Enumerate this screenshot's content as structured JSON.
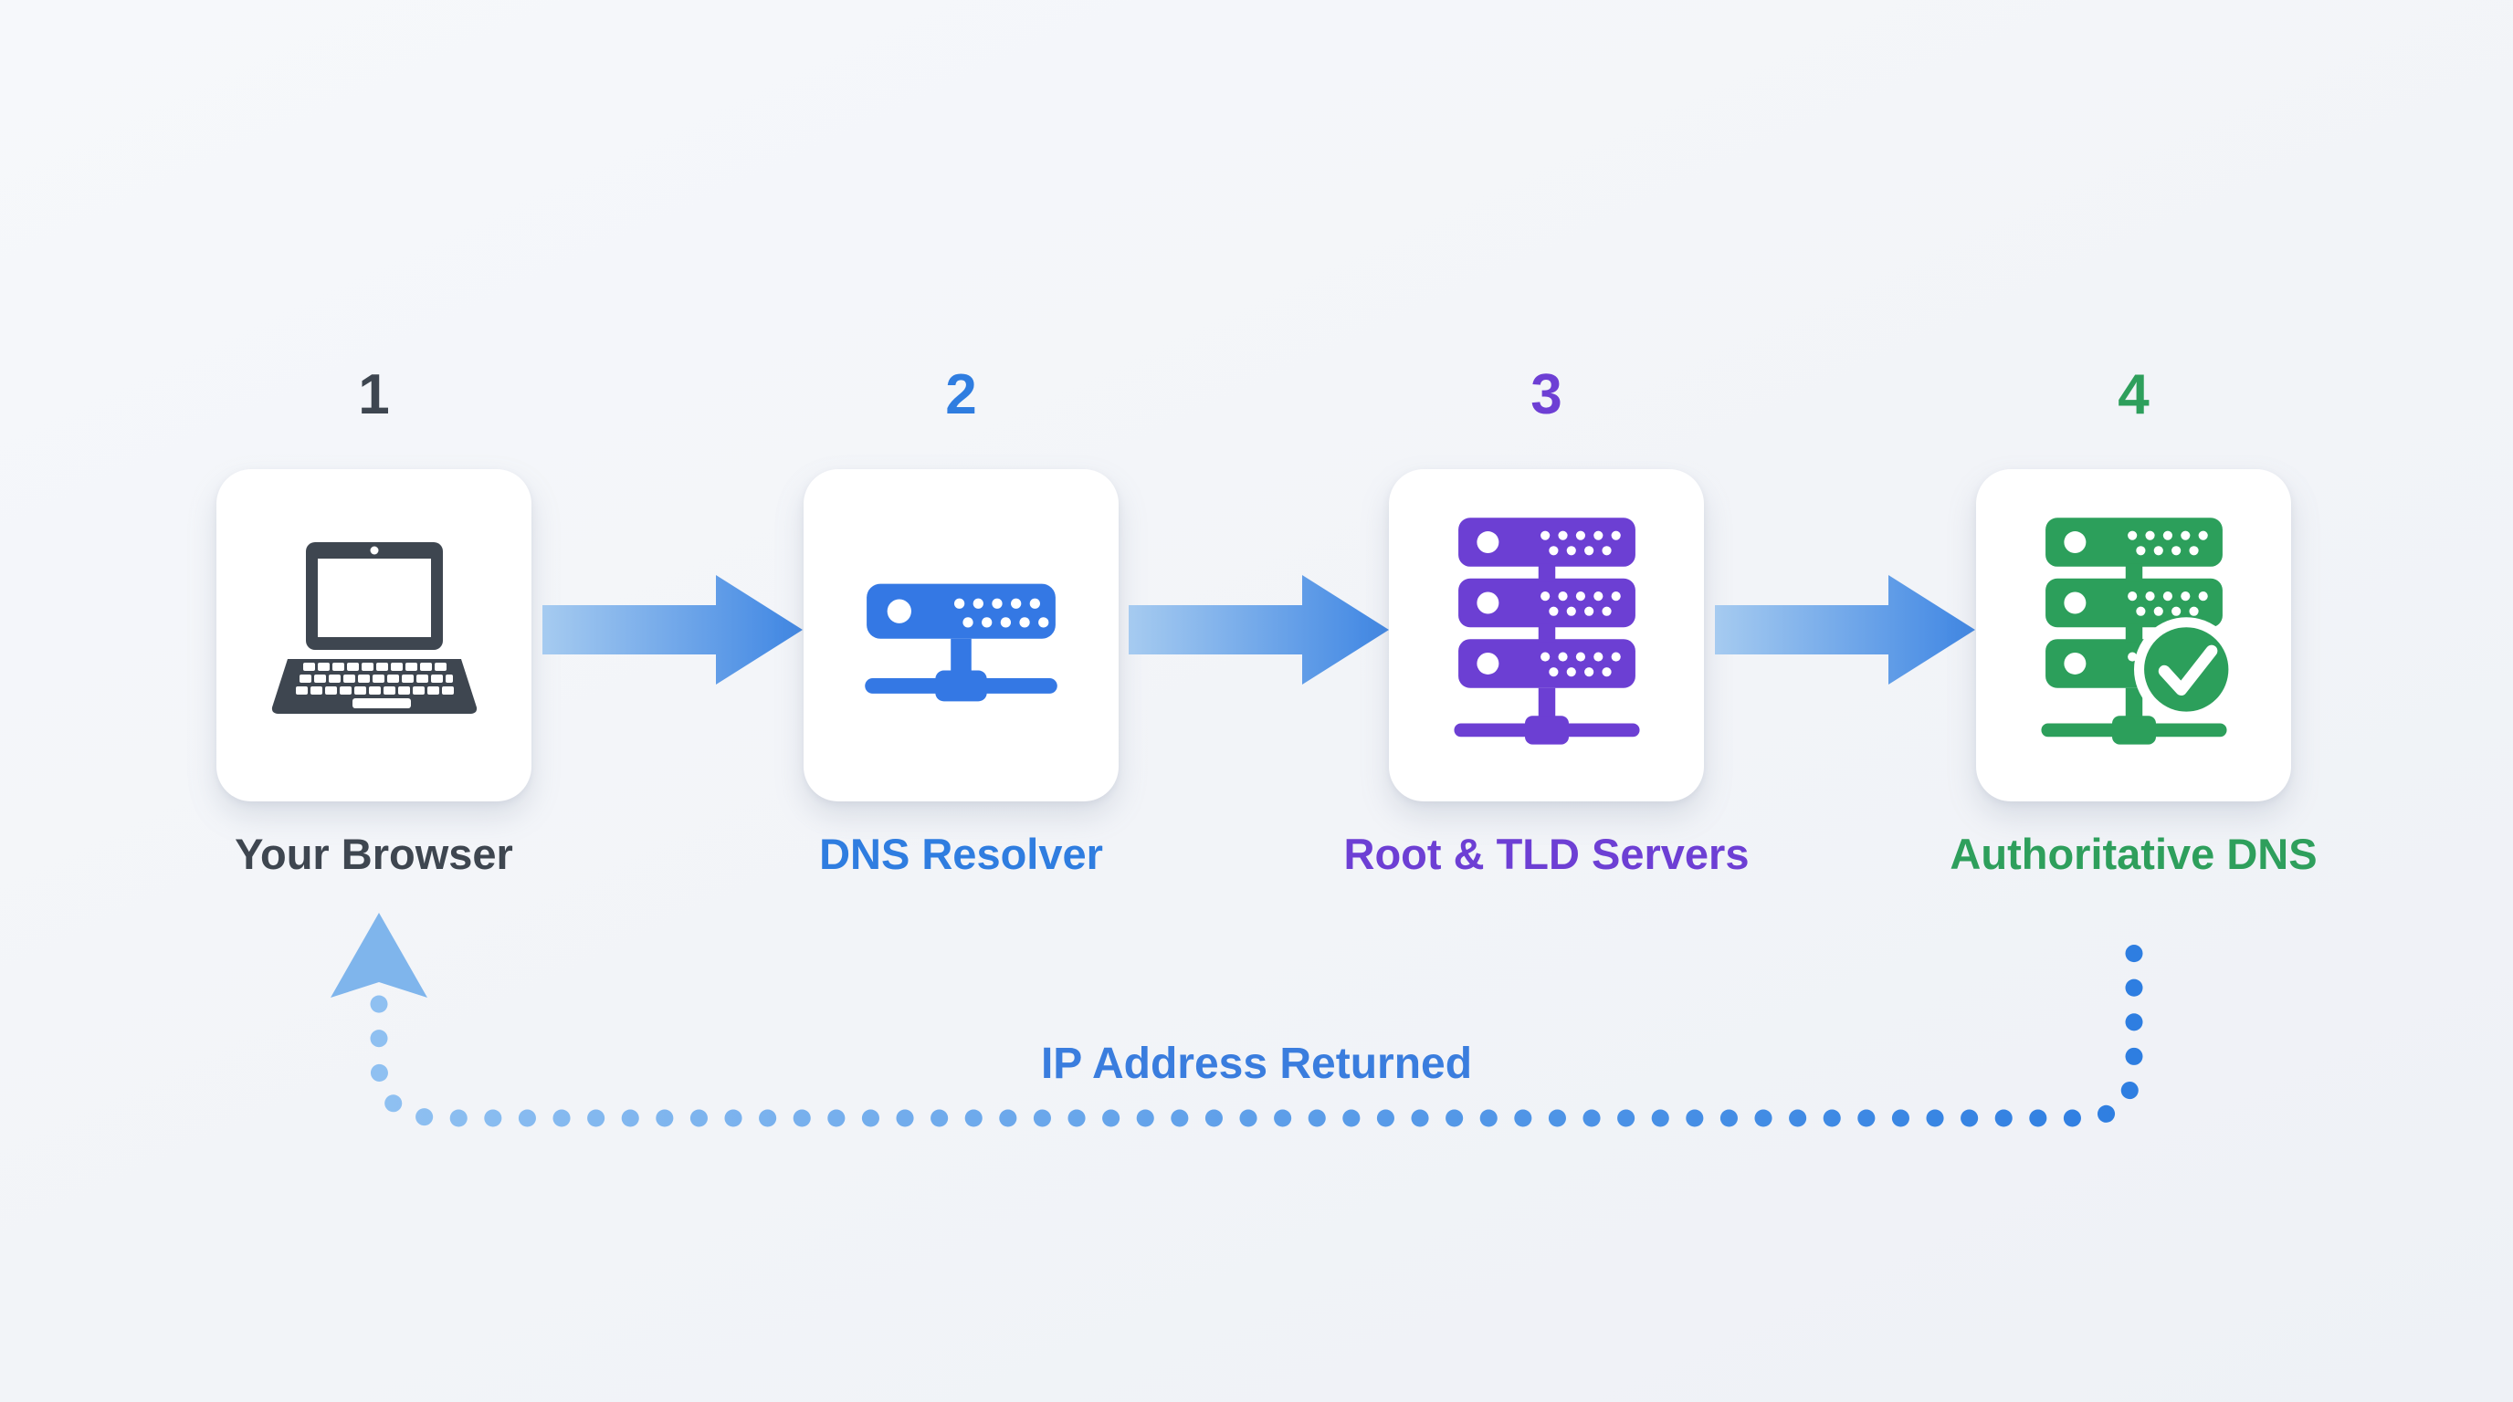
{
  "diagram": {
    "subject": "DNS lookup flow",
    "direction": "left-to-right"
  },
  "steps": [
    {
      "number": "1",
      "label": "Your Browser",
      "icon": "laptop-icon"
    },
    {
      "number": "2",
      "label": "DNS Resolver",
      "icon": "dns-server-icon"
    },
    {
      "number": "3",
      "label": "Root & TLD Servers",
      "icon": "server-stack-icon"
    },
    {
      "number": "4",
      "label": "Authoritative DNS",
      "icon": "server-stack-check-icon"
    }
  ],
  "connections": [
    {
      "from": "1",
      "to": "2",
      "type": "solid-arrow"
    },
    {
      "from": "2",
      "to": "3",
      "type": "solid-arrow"
    },
    {
      "from": "3",
      "to": "4",
      "type": "solid-arrow"
    },
    {
      "from": "4",
      "to": "1",
      "type": "dotted-return-arrow"
    }
  ],
  "return_path": {
    "label": "IP Address Returned"
  },
  "colors": {
    "background": "#F2F4F8",
    "card": "#FFFFFF",
    "dark": "#3E4650",
    "blue": "#3478E4",
    "purple": "#6C3FD3",
    "green": "#2C9F5B",
    "label-blue": "#2F7DE0",
    "label-purple": "#6D3FD4",
    "label-green": "#2E9F5C",
    "arrow-light": "#A6CBF0",
    "arrow-dark": "#3F86E3",
    "dot-light": "#8FC0F1",
    "dot-dark": "#2E7EE1",
    "return-arrow": "#7FB5EC",
    "ip-text": "#3A7DDE"
  }
}
